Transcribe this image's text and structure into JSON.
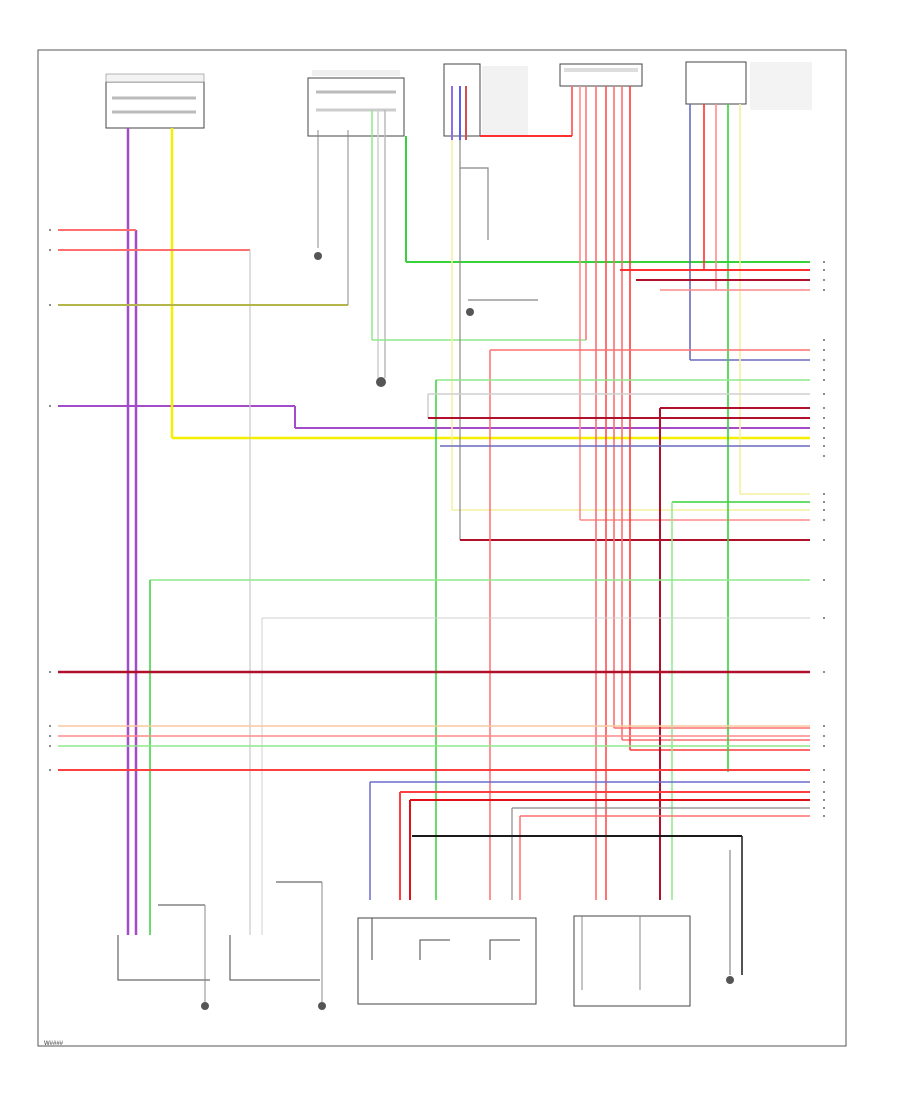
{
  "page": {
    "footer_code": "W####"
  },
  "wire_colors": {
    "violet": "#a34bc9",
    "pink": "#ff6f6f",
    "red": "#e0101a",
    "dark_red": "#b0102a",
    "yellow": "#f5f000",
    "light_yellow": "#f6efa0",
    "green": "#37d23a",
    "light_green": "#8ee88a",
    "blue": "#3232ff",
    "gray": "#8c8c8c",
    "black": "#1a1a1a",
    "white": "#d8d8d8"
  },
  "components": {
    "ground_ul": "G",
    "ground_center": "G",
    "ground_right": "G",
    "ground_bl1": "G",
    "ground_bl2": "G"
  }
}
